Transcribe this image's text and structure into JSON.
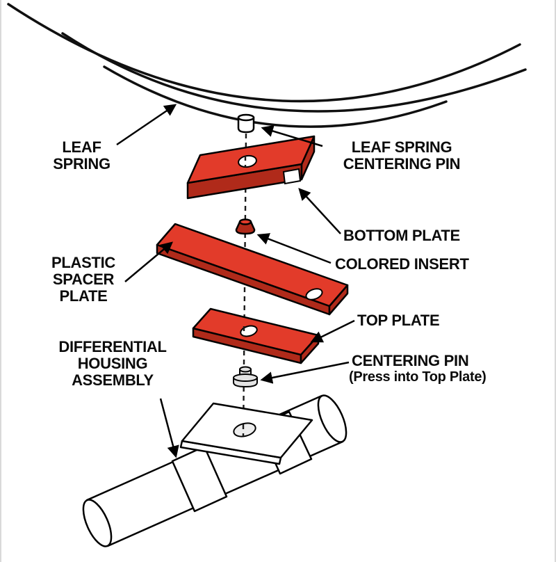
{
  "colors": {
    "part_red": "#e23b2a",
    "part_red_dark": "#b02a1a",
    "outline": "#000000",
    "background": "#ffffff",
    "metal_gray": "#e3e3e3"
  },
  "labels": {
    "leaf_spring": "LEAF\nSPRING",
    "leaf_spring_centering_pin": "LEAF SPRING\nCENTERING PIN",
    "bottom_plate": "BOTTOM PLATE",
    "colored_insert": "COLORED INSERT",
    "plastic_spacer_plate": "PLASTIC\nSPACER\nPLATE",
    "top_plate": "TOP PLATE",
    "centering_pin": "CENTERING PIN",
    "centering_pin_note": "(Press into Top Plate)",
    "differential_housing_assembly": "DIFFERENTIAL\nHOUSING\nASSEMBLY"
  }
}
